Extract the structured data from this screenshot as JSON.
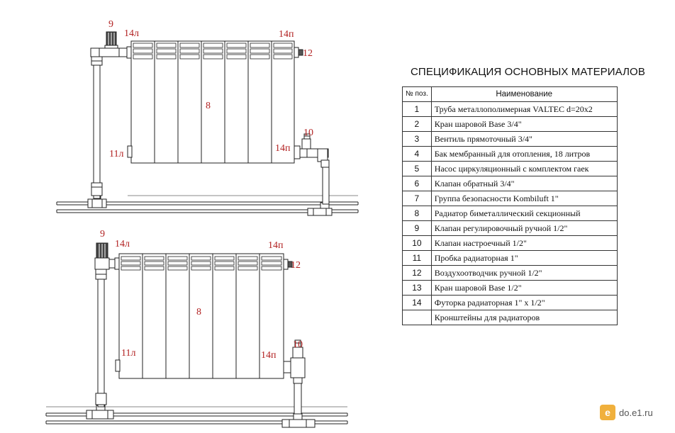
{
  "diagram": {
    "labels_top": {
      "valve": "9",
      "adapter_left": "14л",
      "adapter_right": "14п",
      "air_vent": "12",
      "radiator": "8",
      "plug": "11л",
      "adapter_bottom_right": "14п",
      "setting_valve": "10"
    },
    "labels_bottom": {
      "valve": "9",
      "adapter_left": "14л",
      "adapter_right": "14п",
      "air_vent": "12",
      "radiator": "8",
      "plug": "11л",
      "adapter_bottom_right": "14п",
      "setting_valve": "10"
    }
  },
  "spec": {
    "title": "СПЕЦИФИКАЦИЯ ОСНОВНЫХ МАТЕРИАЛОВ",
    "header": {
      "num": "№ поз.",
      "name": "Наименование"
    },
    "rows": [
      {
        "num": "1",
        "name": "Труба металлополимерная    VALTEC  d=20x2"
      },
      {
        "num": "2",
        "name": "Кран шаровой   Base 3/4\""
      },
      {
        "num": "3",
        "name": "Вентиль прямоточный       3/4\""
      },
      {
        "num": "4",
        "name": "Бак  мембранный для отопления,      18 литров"
      },
      {
        "num": "5",
        "name": "Насос циркуляционный с комплектом гаек"
      },
      {
        "num": "6",
        "name": "Клапан обратный    3/4\""
      },
      {
        "num": "7",
        "name": "Группа безопасности    Kombiluft  1\""
      },
      {
        "num": "8",
        "name": "Радиатор биметаллический секционный"
      },
      {
        "num": "9",
        "name": " Клапан регулировочный ручной     1/2\""
      },
      {
        "num": "10",
        "name": "Клапан настроечный    1/2\""
      },
      {
        "num": "11",
        "name": "Пробка  радиаторная  1\""
      },
      {
        "num": "12",
        "name": "Воздухоотводчик ручной      1/2\""
      },
      {
        "num": "13",
        "name": "  Кран шаровой   Base  1/2\""
      },
      {
        "num": "14",
        "name": "Футорка  радиаторная  1\" х 1/2\""
      },
      {
        "num": "",
        "name": "Кронштейны для радиаторов"
      }
    ]
  },
  "watermark": {
    "icon": "e1-logo-icon",
    "text": "do.e1.ru",
    "color": "#f0b03c"
  }
}
